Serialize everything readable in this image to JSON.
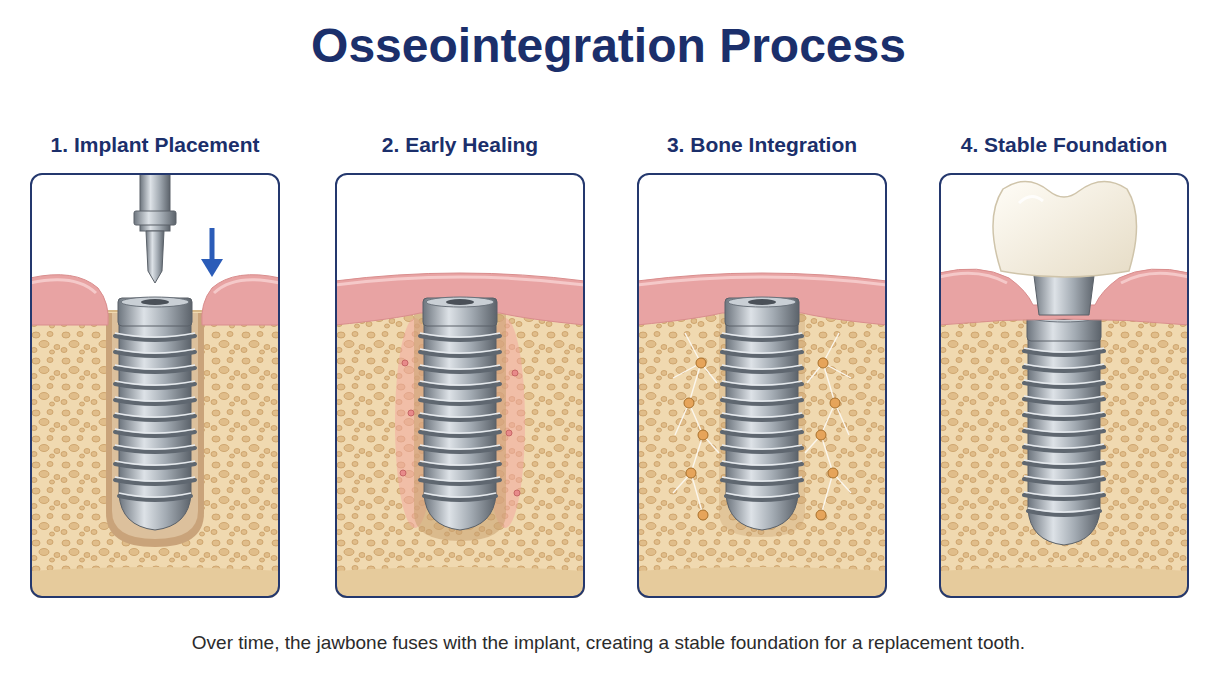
{
  "diagram": {
    "title": "Osseointegration Process",
    "caption": "Over time, the jawbone fuses with the implant, creating a stable foundation for a replacement tooth.",
    "nodes": [
      {
        "text": [
          "1. Implant Placement"
        ]
      },
      {
        "text": [
          "2. Early Healing"
        ]
      },
      {
        "text": [
          "3. Bone Integration"
        ]
      },
      {
        "text": [
          "4. Stable Foundation"
        ]
      }
    ],
    "edges": [
      {
        "from": 0,
        "to": 1,
        "arrow": "to"
      },
      {
        "from": 1,
        "to": 2,
        "arrow": "to"
      },
      {
        "from": 2,
        "to": 3,
        "arrow": "to"
      }
    ]
  }
}
